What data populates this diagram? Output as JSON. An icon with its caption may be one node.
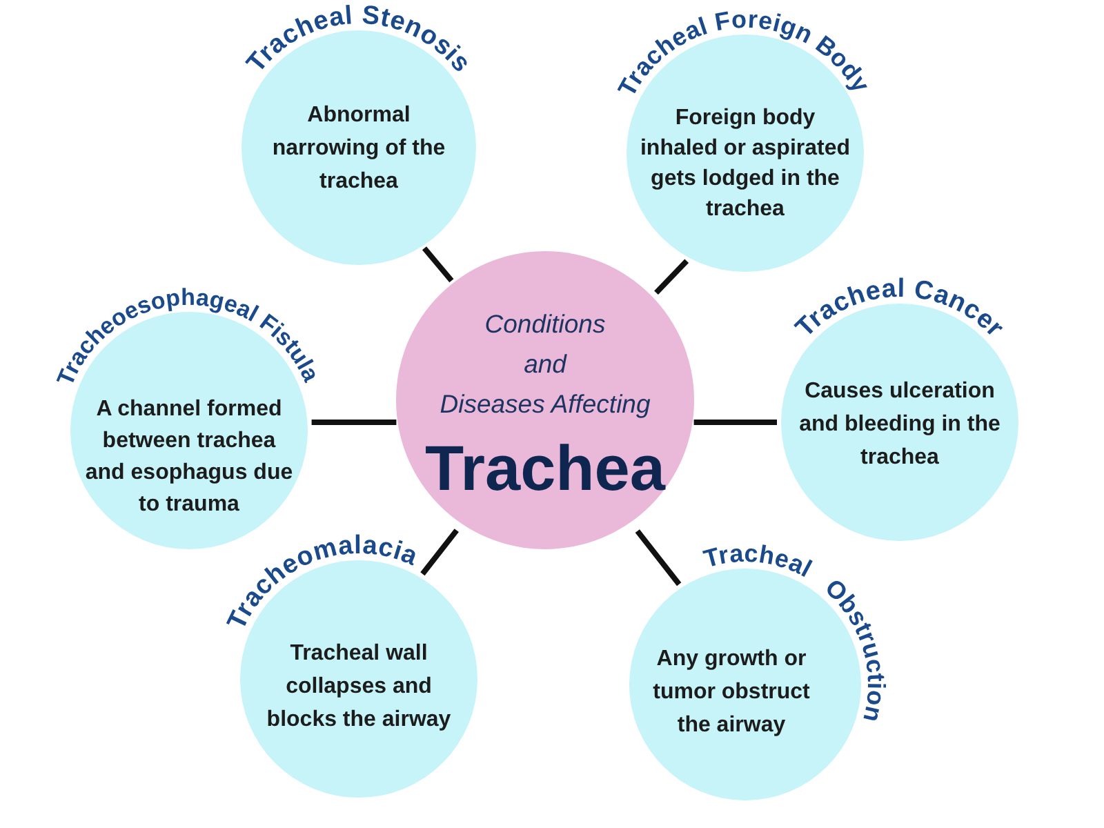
{
  "diagram": {
    "nodes": [
      {
        "text": [
          "Tracheal Stenosis",
          "Abnormal narrowing of the trachea"
        ]
      },
      {
        "text": [
          "Tracheal Foreign Body",
          "Foreign body inhaled or aspirated gets lodged in the trachea"
        ]
      },
      {
        "text": [
          "Tracheoesophageal Fistula",
          "A channel formed between trachea and esophagus due to trauma"
        ]
      },
      {
        "text": [
          "Conditions and Diseases Affecting",
          "Trachea"
        ]
      },
      {
        "text": [
          "Tracheal Cancer",
          "Causes ulceration and bleeding in the trachea"
        ]
      },
      {
        "text": [
          "Tracheomalacia",
          "Tracheal wall collapses and blocks the airway"
        ]
      },
      {
        "text": [
          "Tracheal Obstruction",
          "Any growth or tumor obstruct the airway"
        ]
      }
    ],
    "edges": [
      {
        "from": 3,
        "to": 0,
        "arrow": "none"
      },
      {
        "from": 3,
        "to": 1,
        "arrow": "none"
      },
      {
        "from": 3,
        "to": 2,
        "arrow": "none"
      },
      {
        "from": 3,
        "to": 4,
        "arrow": "none"
      },
      {
        "from": 3,
        "to": 5,
        "arrow": "none"
      },
      {
        "from": 3,
        "to": 6,
        "arrow": "none"
      }
    ]
  }
}
